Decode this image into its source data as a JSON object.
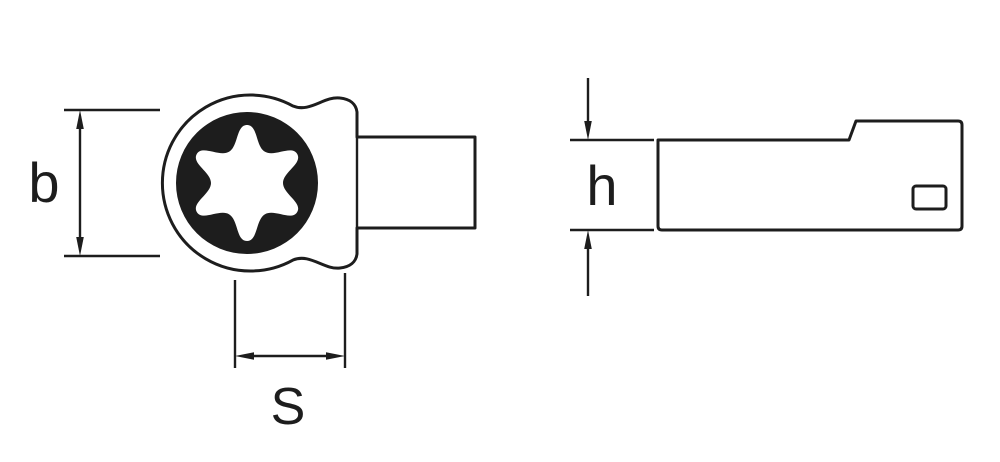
{
  "diagram": {
    "labels": {
      "b": "b",
      "s": "S",
      "h": "h"
    },
    "colors": {
      "stroke": "#1d1d1d",
      "background": "#ffffff",
      "opening_fill": "#1d1d1d"
    }
  }
}
